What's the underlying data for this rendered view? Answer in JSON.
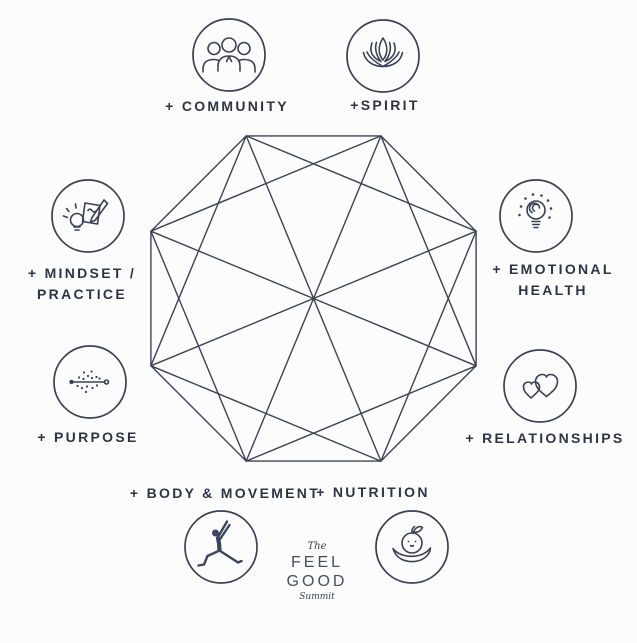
{
  "colors": {
    "ink": "#3a4153",
    "web_stroke": "#3c4356",
    "background": "#fcfcfc"
  },
  "items": {
    "community": {
      "label": "+ COMMUNITY",
      "icon": "people-group-icon"
    },
    "spirit": {
      "label": "+SPIRIT",
      "icon": "lotus-icon"
    },
    "mindset_practice": {
      "line1": "+ MINDSET /",
      "line2": "PRACTICE",
      "icon": "idea-journal-icon"
    },
    "emotional_health": {
      "line1": "+ EMOTIONAL",
      "line2": "HEALTH",
      "icon": "lightbulb-mind-icon"
    },
    "purpose": {
      "label": "+ PURPOSE",
      "icon": "dotted-path-arrow-icon"
    },
    "relationships": {
      "label": "+ RELATIONSHIPS",
      "icon": "double-hearts-icon"
    },
    "body_movement": {
      "label": "+ BODY & MOVEMENT",
      "icon": "yoga-pose-icon"
    },
    "nutrition": {
      "label": "+ NUTRITION",
      "icon": "fruit-icon"
    }
  },
  "logo": {
    "the": "The",
    "feel": "FEEL",
    "good": "GOOD",
    "summit": "Summit"
  }
}
